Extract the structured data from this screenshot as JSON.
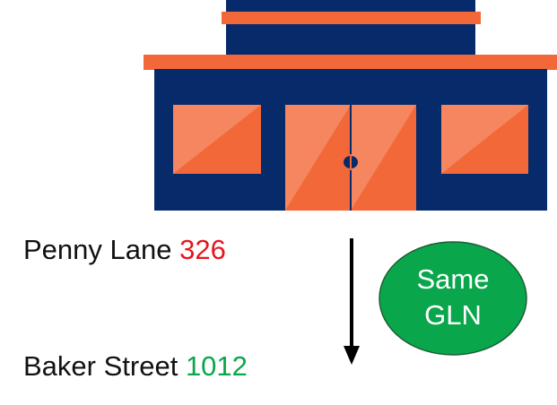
{
  "colors": {
    "navy": "#062a6a",
    "orange": "#f26838",
    "light_orange": "#f5865f",
    "green": "#0aa64b",
    "old_number": "#e5161d",
    "new_number": "#0aa64b"
  },
  "icons": [
    "store-icon",
    "arrow-down-icon"
  ],
  "old_address": {
    "street": "Penny Lane",
    "number": "326"
  },
  "new_address": {
    "street": "Baker Street",
    "number": "1012"
  },
  "badge": {
    "line1": "Same",
    "line2": "GLN"
  }
}
